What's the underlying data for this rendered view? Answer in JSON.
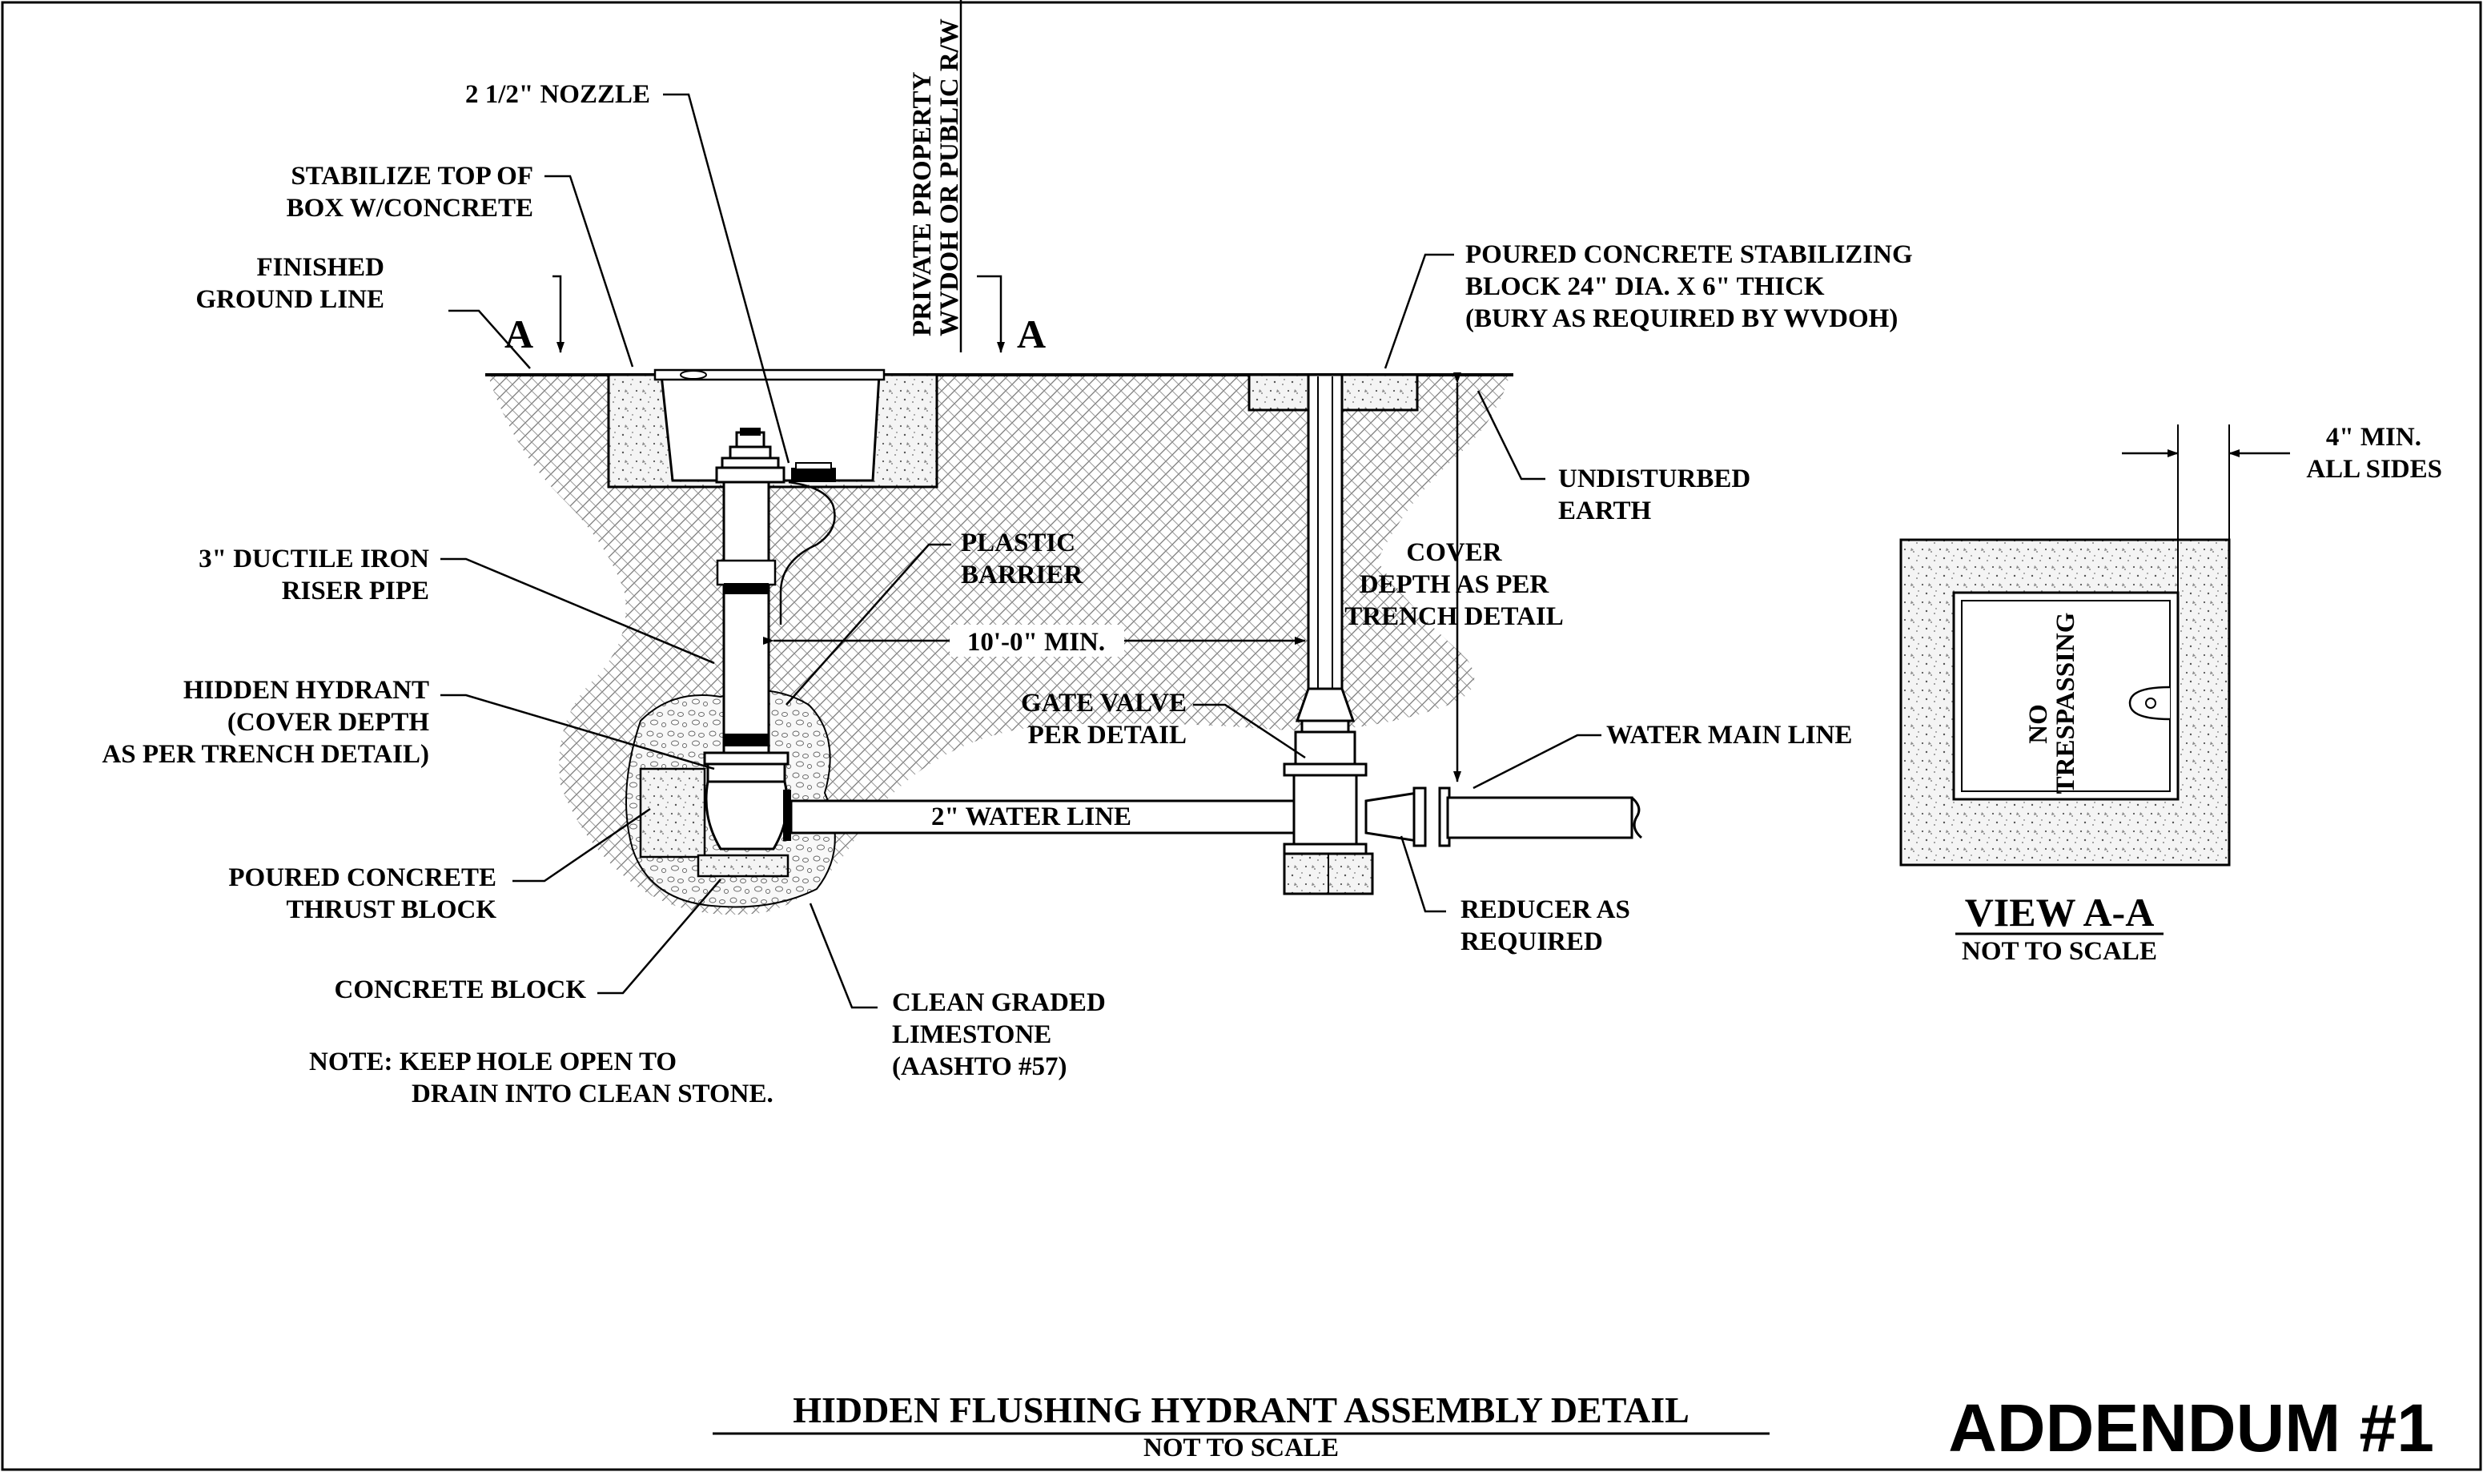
{
  "labels": {
    "nozzle": "2 1/2\" NOZZLE",
    "stabilize_1": "STABILIZE TOP OF",
    "stabilize_2": "BOX W/CONCRETE",
    "finished_1": "FINISHED",
    "finished_2": "GROUND LINE",
    "section_a": "A",
    "property_1": "PRIVATE PROPERTY",
    "property_2": "WVDOH OR PUBLIC R/W",
    "poured_block_1": "POURED CONCRETE STABILIZING",
    "poured_block_2": "BLOCK 24\" DIA. X 6\" THICK",
    "poured_block_3": "(BURY AS REQUIRED BY WVDOH)",
    "undisturbed_1": "UNDISTURBED",
    "undisturbed_2": "EARTH",
    "riser_1": "3\" DUCTILE IRON",
    "riser_2": "RISER PIPE",
    "barrier_1": "PLASTIC",
    "barrier_2": "BARRIER",
    "cover_1": "COVER",
    "cover_2": "DEPTH AS PER",
    "cover_3": "TRENCH DETAIL",
    "min_distance": "10'-0\" MIN.",
    "hidden_1": "HIDDEN HYDRANT",
    "hidden_2": "(COVER DEPTH",
    "hidden_3": "AS PER TRENCH DETAIL)",
    "gate_1": "GATE VALVE",
    "gate_2": "PER DETAIL",
    "water_main": "WATER MAIN LINE",
    "water_line": "2\" WATER LINE",
    "thrust_1": "POURED CONCRETE",
    "thrust_2": "THRUST BLOCK",
    "reducer_1": "REDUCER AS",
    "reducer_2": "REQUIRED",
    "concrete_block": "CONCRETE BLOCK",
    "limestone_1": "CLEAN GRADED",
    "limestone_2": "LIMESTONE",
    "limestone_3": "(AASHTO #57)",
    "note_1": "NOTE: KEEP HOLE OPEN TO",
    "note_2": "DRAIN INTO CLEAN STONE.",
    "min_sides_1": "4\" MIN.",
    "min_sides_2": "ALL SIDES",
    "lid_1": "NO",
    "lid_2": "TRESPASSING"
  },
  "view": {
    "title": "VIEW A-A",
    "scale": "NOT TO SCALE"
  },
  "footer": {
    "title": "HIDDEN FLUSHING HYDRANT ASSEMBLY DETAIL",
    "scale": "NOT TO SCALE",
    "addendum": "ADDENDUM #1"
  }
}
